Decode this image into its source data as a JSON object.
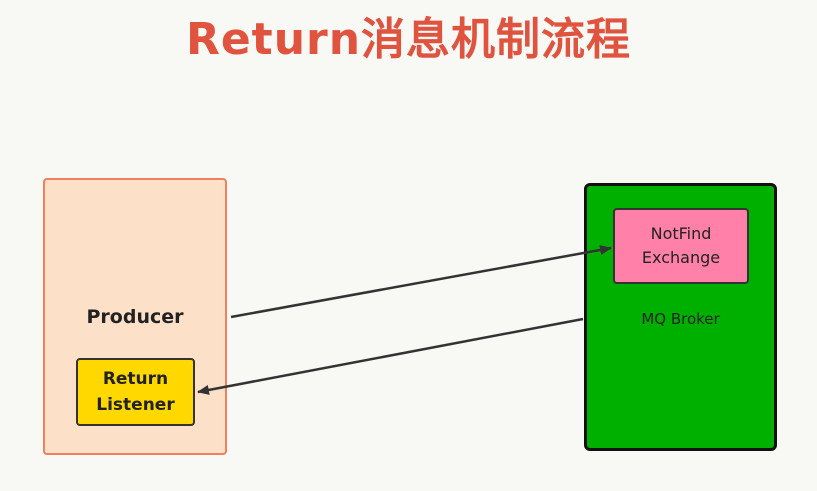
{
  "title": "Return消息机制流程",
  "nodes": {
    "producer": {
      "label": "Producer"
    },
    "return_listener": {
      "label": "Return\nListener"
    },
    "mq_broker": {
      "label": "MQ Broker"
    },
    "notfind_exchange": {
      "label": "NotFind\nExchange"
    }
  },
  "edges": [
    {
      "from": "Producer",
      "to": "NotFind Exchange"
    },
    {
      "from": "MQ Broker",
      "to": "Return Listener"
    }
  ],
  "colors": {
    "title": "#e0533f",
    "producer_fill": "#fde0c8",
    "producer_border": "#f08060",
    "listener_fill": "#ffd800",
    "broker_fill": "#00b000",
    "notfind_fill": "#ff80a8",
    "arrow": "#333333"
  }
}
